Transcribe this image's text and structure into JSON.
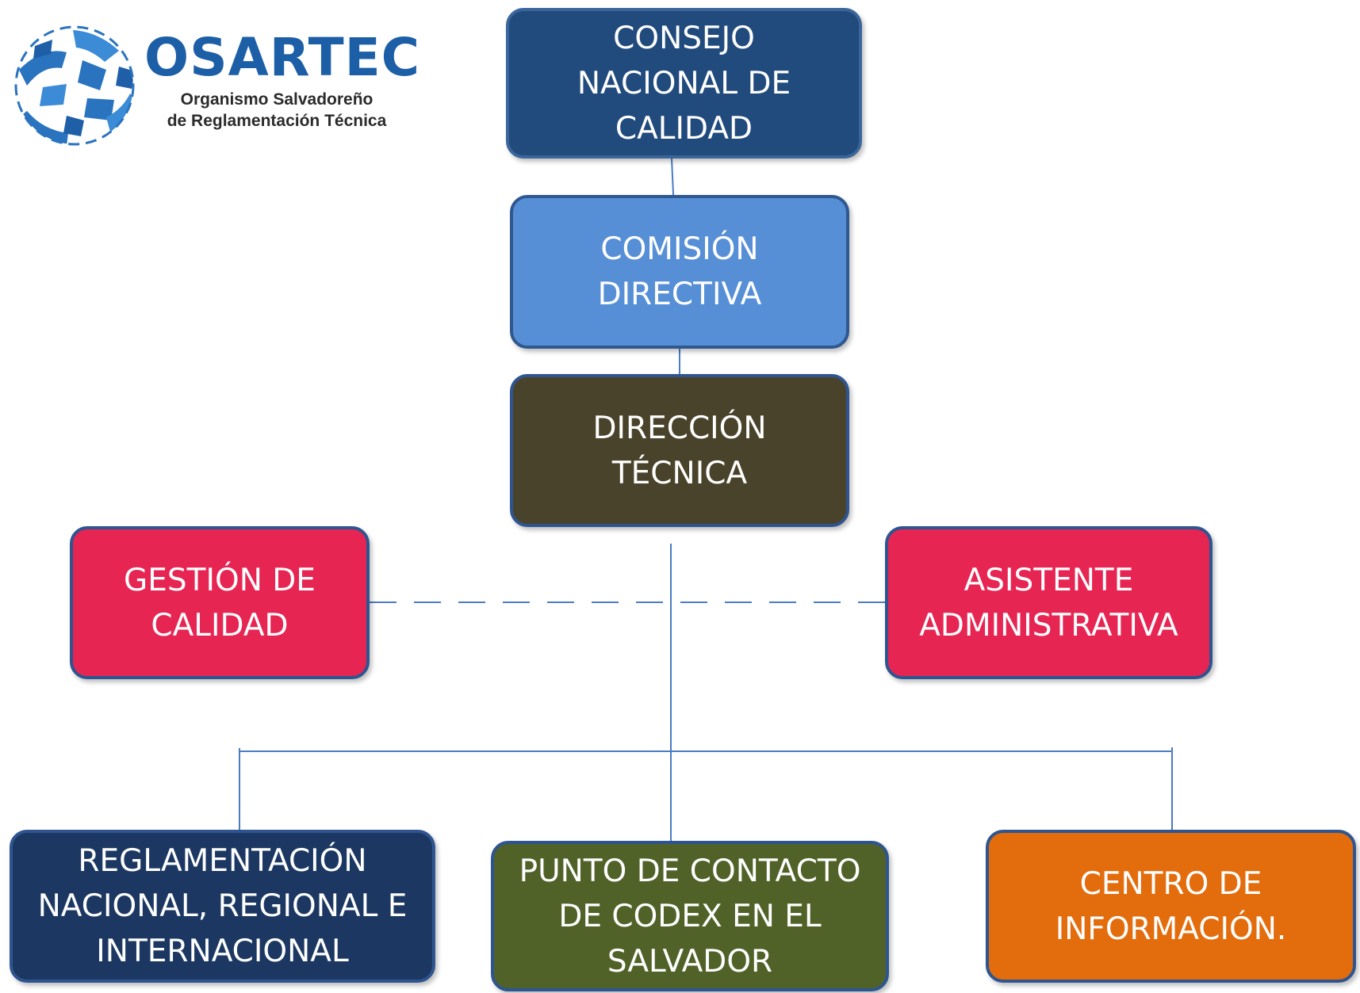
{
  "logo": {
    "name": "OSARTEC",
    "subtitle_line1": "Organismo Salvadoreño",
    "subtitle_line2": "de Reglamentación Técnica",
    "brand_color": "#1c5fa7"
  },
  "org_chart": {
    "consejo": {
      "label": "CONSEJO\nNACIONAL DE\nCALIDAD",
      "color": "#214a7d"
    },
    "comision": {
      "label": "COMISIÓN\nDIRECTIVA",
      "color": "#578fd6"
    },
    "direccion": {
      "label": "DIRECCIÓN\nTÉCNICA",
      "color": "#4a432b"
    },
    "gestion": {
      "label": "GESTIÓN DE\nCALIDAD",
      "color": "#e72553"
    },
    "asistente": {
      "label": "ASISTENTE\nADMINISTRATIVA",
      "color": "#e72553"
    },
    "reglamento": {
      "label": "REGLAMENTACIÓN\nNACIONAL, REGIONAL E\nINTERNACIONAL",
      "color": "#1c3862"
    },
    "codex": {
      "label": "PUNTO DE CONTACTO\nDE CODEX EN EL\nSALVADOR",
      "color": "#506228"
    },
    "centro": {
      "label": "CENTRO DE\nINFORMACIÓN.",
      "color": "#e36d0d"
    },
    "connector_color": "#4a7cc4"
  }
}
